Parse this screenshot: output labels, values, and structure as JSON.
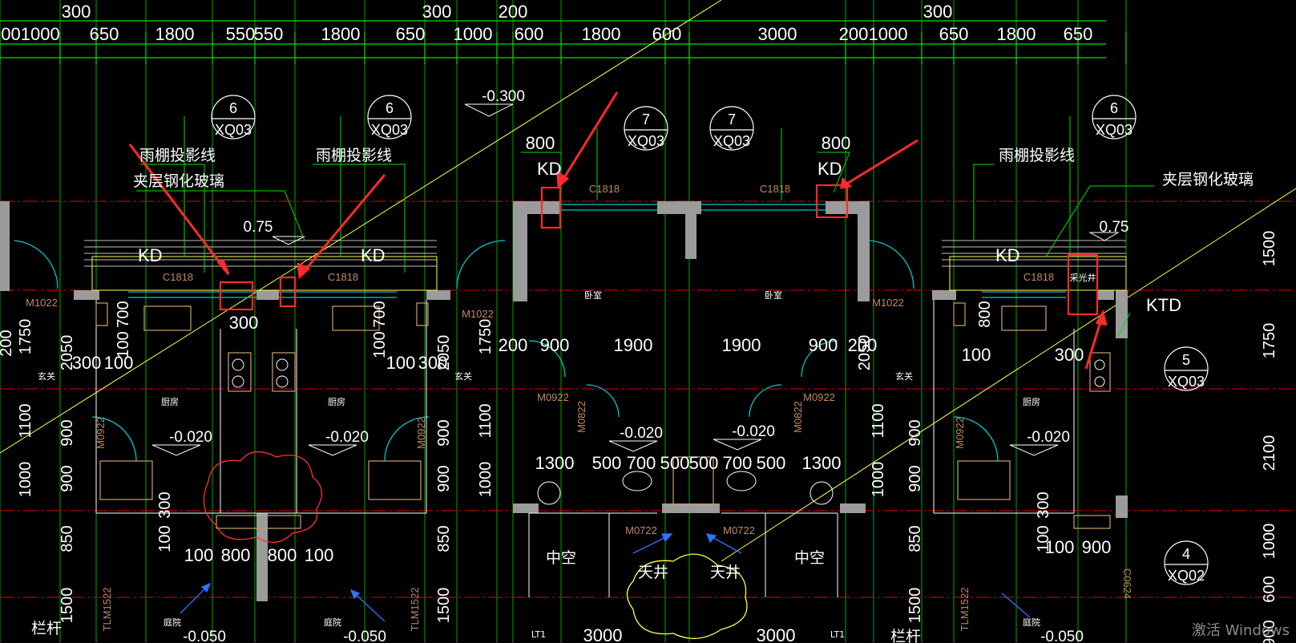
{
  "colors": {
    "background": "#000000",
    "dimension_line": "#00e000",
    "wall": "#9b9b9b",
    "axis": "#e00000",
    "glass": "#00c8c8",
    "annotation_arrow": "#ff2a2a",
    "guide": "#ffff4d",
    "cabinet": "#c9a46a"
  },
  "top_dims_row1": [
    "300",
    "300",
    "200",
    "300"
  ],
  "top_dims_row2": [
    "001000",
    "650",
    "1800",
    "550",
    "550",
    "1800",
    "650",
    "1000",
    "600",
    "1800",
    "600",
    "3000",
    "200",
    "1000",
    "650",
    "1800",
    "650"
  ],
  "right_dims": [
    "1500",
    "1750",
    "2100",
    "1000",
    "600",
    "900"
  ],
  "left_dims": [
    "200",
    "1750",
    "2050",
    "1100",
    "900",
    "1000",
    "850",
    "1500"
  ],
  "mid_left_dims": [
    "2050",
    "1750",
    "900",
    "900",
    "850",
    "1500"
  ],
  "center_vdims": [
    "1750",
    "1100",
    "1000",
    "2050",
    "1100",
    "900",
    "1000",
    "850",
    "1500"
  ],
  "bubbles": [
    {
      "num": "6",
      "sheet": "XQ03"
    },
    {
      "num": "6",
      "sheet": "XQ03"
    },
    {
      "num": "7",
      "sheet": "XQ03"
    },
    {
      "num": "7",
      "sheet": "XQ03"
    },
    {
      "num": "6",
      "sheet": "XQ03"
    },
    {
      "num": "5",
      "sheet": "XQ03"
    },
    {
      "num": "4",
      "sheet": "XQ02"
    }
  ],
  "labels": {
    "canopy_line": "雨棚投影线",
    "laminated_glass": "夹层钢化玻璃",
    "kd": "KD",
    "ktd": "KTD",
    "bedroom": "卧室",
    "kitchen": "厨房",
    "entry": "玄关",
    "courtyard": "庭院",
    "void": "中空",
    "lightwell": "天井",
    "railing": "栏杆",
    "shaft": "采光井",
    "lt1": "LT1"
  },
  "elevations": [
    "-0.300",
    "-0.020",
    "-0.050",
    "0.75"
  ],
  "door_tags": [
    "M1022",
    "M0922",
    "M0822",
    "M0722",
    "C1818",
    "TLM1522",
    "C0624"
  ],
  "interior_dims": [
    "800",
    "300",
    "700",
    "100",
    "300",
    "100",
    "900",
    "1900",
    "1300",
    "500",
    "700",
    "800",
    "100",
    "3000",
    "200"
  ],
  "watermark": "激活 Windows"
}
